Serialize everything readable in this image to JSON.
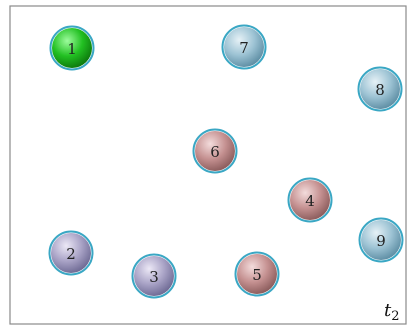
{
  "diagram": {
    "frame_label": {
      "base": "t",
      "sub": "2"
    },
    "nodes": [
      {
        "id": "1",
        "label": "1",
        "style": "green"
      },
      {
        "id": "2",
        "label": "2",
        "style": "lavender"
      },
      {
        "id": "3",
        "label": "3",
        "style": "lavender"
      },
      {
        "id": "4",
        "label": "4",
        "style": "rose"
      },
      {
        "id": "5",
        "label": "5",
        "style": "rose"
      },
      {
        "id": "6",
        "label": "6",
        "style": "rose"
      },
      {
        "id": "7",
        "label": "7",
        "style": "blue"
      },
      {
        "id": "8",
        "label": "8",
        "style": "blue"
      },
      {
        "id": "9",
        "label": "9",
        "style": "blue"
      }
    ],
    "colors": {
      "green": {
        "light": "#9dfc9d",
        "mid": "#22c022",
        "dark": "#0d7a0d",
        "ring": "#3aa7c4"
      },
      "lavender": {
        "light": "#ece8f6",
        "mid": "#a9a3c6",
        "dark": "#6f6b95",
        "ring": "#3aa7c4"
      },
      "rose": {
        "light": "#f3dcdc",
        "mid": "#c59191",
        "dark": "#8c5d5d",
        "ring": "#3aa7c4"
      },
      "blue": {
        "light": "#e6f1f6",
        "mid": "#9dc3d4",
        "dark": "#5f8fa5",
        "ring": "#3aa7c4"
      }
    }
  }
}
